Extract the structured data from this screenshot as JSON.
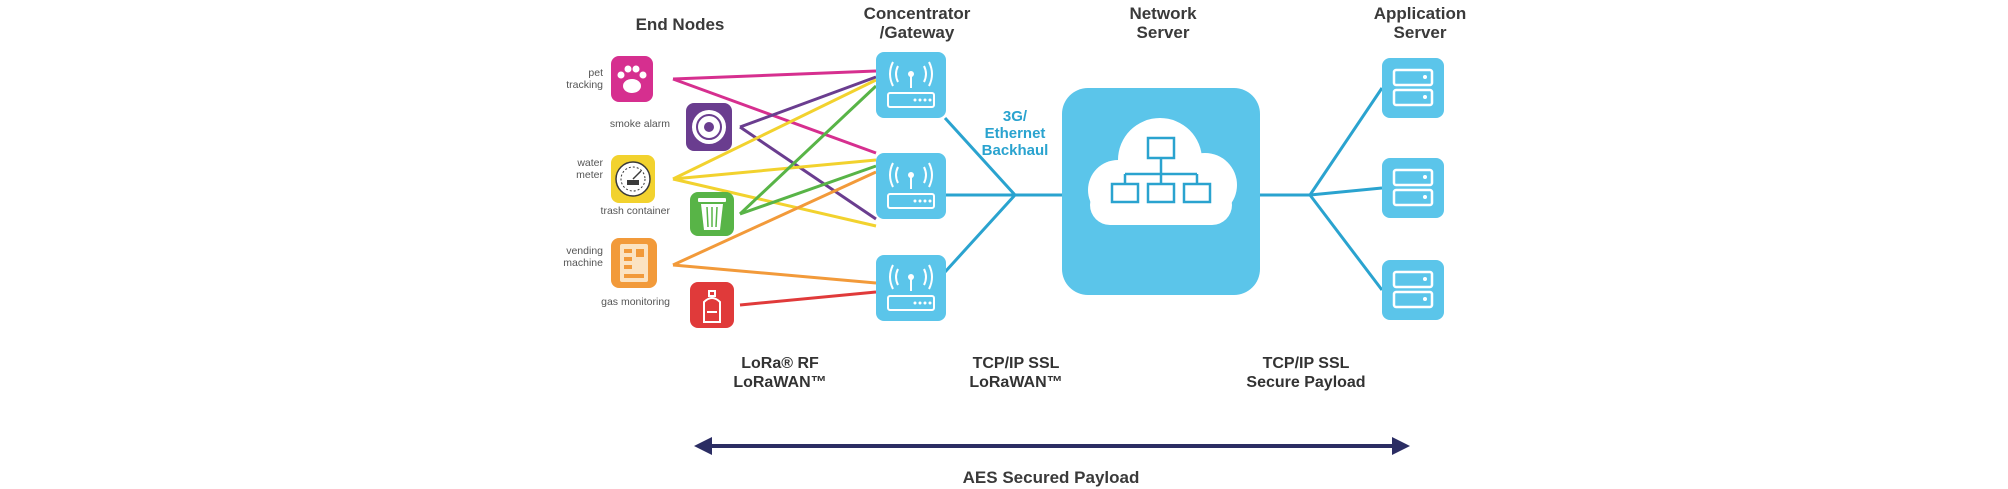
{
  "headers": {
    "end_nodes": "End Nodes",
    "gateway_l1": "Concentrator",
    "gateway_l2": "/Gateway",
    "network_l1": "Network",
    "network_l2": "Server",
    "app_l1": "Application",
    "app_l2": "Server"
  },
  "nodes": [
    {
      "label_l1": "pet",
      "label_l2": "tracking",
      "icon": "paw-icon",
      "color": "#d62f8f"
    },
    {
      "label_l1": "smoke alarm",
      "label_l2": "",
      "icon": "smoke-alarm-icon",
      "color": "#6a3d8f"
    },
    {
      "label_l1": "water",
      "label_l2": "meter",
      "icon": "water-meter-icon",
      "color": "#f2d22e"
    },
    {
      "label_l1": "trash container",
      "label_l2": "",
      "icon": "trash-icon",
      "color": "#58b447"
    },
    {
      "label_l1": "vending",
      "label_l2": "machine",
      "icon": "vending-machine-icon",
      "color": "#f29a3a"
    },
    {
      "label_l1": "gas monitoring",
      "label_l2": "",
      "icon": "gas-tank-icon",
      "color": "#e03a3a"
    }
  ],
  "backhaul": {
    "l1": "3G/",
    "l2": "Ethernet",
    "l3": "Backhaul"
  },
  "protocols": {
    "lora_l1": "LoRa® RF",
    "lora_l2": "LoRaWAN™",
    "tcp1_l1": "TCP/IP SSL",
    "tcp1_l2": "LoRaWAN™",
    "tcp2_l1": "TCP/IP SSL",
    "tcp2_l2": "Secure Payload"
  },
  "aes_label": "AES Secured Payload",
  "colors": {
    "device_blue": "#5bc5ea",
    "line_blue": "#2aa3cf",
    "arrow_navy": "#2b2d63"
  }
}
